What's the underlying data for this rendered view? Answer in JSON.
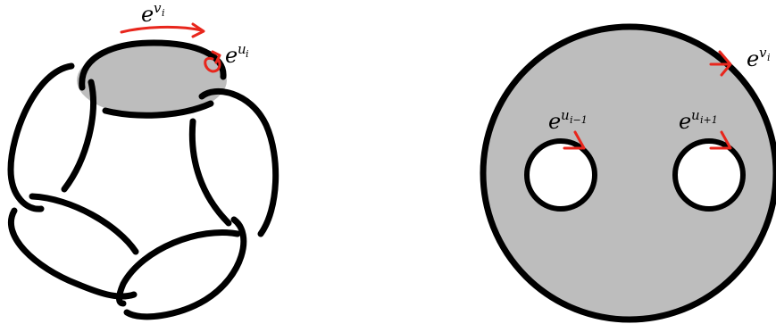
{
  "colors": {
    "stroke": "#000000",
    "shaded": "#bdbdbd",
    "arrow": "#e8261c",
    "background": "#ffffff"
  },
  "left_figure": {
    "label_top": {
      "base": "e",
      "exp": "v",
      "sub": "i"
    },
    "label_right": {
      "base": "e",
      "exp": "u",
      "sub": "i"
    }
  },
  "right_figure": {
    "label_outer": {
      "base": "e",
      "exp": "v",
      "sub": "i"
    },
    "label_hole_left": {
      "base": "e",
      "exp": "u",
      "sub": "i−1"
    },
    "label_hole_right": {
      "base": "e",
      "exp": "u",
      "sub": "i+1"
    }
  }
}
